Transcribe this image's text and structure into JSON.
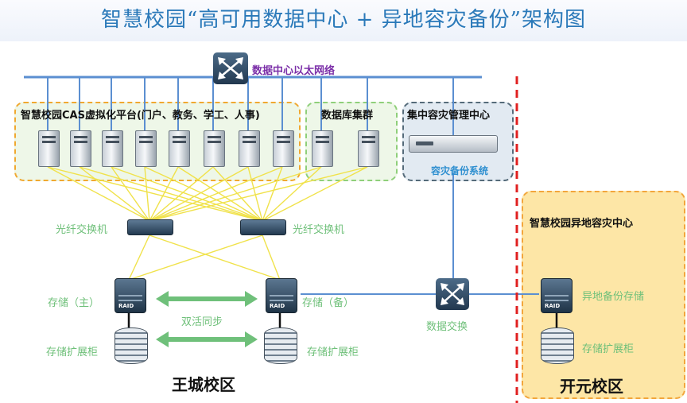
{
  "title": "智慧校园“高可用数据中心 + 异地容灾备份”架构图",
  "ethernet_label": "数据中心以太网络",
  "groups": {
    "cas": "智慧校园CAS虚拟化平台(门户、教务、学工、人事)",
    "db": "数据库集群",
    "dr_mgmt": "集中容灾管理中心",
    "dr_system": "容灾备份系统",
    "remote": "智慧校园异地容灾中心"
  },
  "device_labels": {
    "fc_switch_left": "光纤交换机",
    "fc_switch_right": "光纤交换机",
    "storage_primary": "存储（主）",
    "storage_backup": "存储（备）",
    "expansion_left": "存储扩展柜",
    "expansion_right": "存储扩展柜",
    "sync": "双活同步",
    "data_exchange": "数据交换",
    "remote_storage": "异地备份存储",
    "remote_expansion": "存储扩展柜"
  },
  "campus": {
    "main": "王城校区",
    "remote": "开元校区"
  },
  "colors": {
    "title": "#2a79b9",
    "ethernet_label": "#7b2fa8",
    "network_line": "#5b8fd1",
    "fc_link": "#f0e24a",
    "cas_border": "#f0a830",
    "db_border": "#8fcf7a",
    "dr_border": "#556b7a",
    "remote_fill": "#fde6a6",
    "remote_border": "#f2a63c",
    "divider": "#e02020",
    "sync_arrow": "#6fc07a"
  }
}
